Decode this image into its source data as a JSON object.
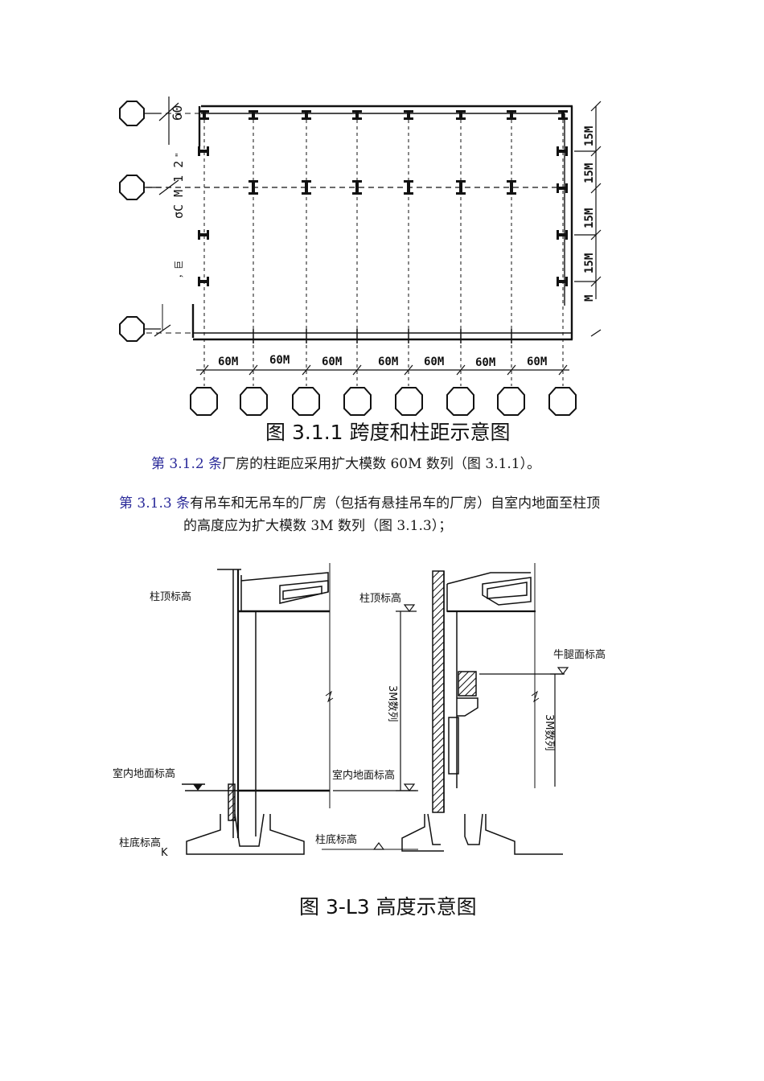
{
  "figure1": {
    "dims_bottom": [
      "60M",
      "60M",
      "60M",
      "60M",
      "60M",
      "60M",
      "60M"
    ],
    "dims_right": [
      "15M",
      "15M",
      "15M",
      "15M",
      "M"
    ],
    "dim_left_top": "60",
    "left_fragment_1": "\"",
    "left_fragment_2": "σC M 1 2",
    "left_fragment_3": "，巨",
    "caption": "图 3.1.1 跨度和柱距示意图"
  },
  "para1": {
    "clause": "第 3.1.2 条",
    "text": "厂房的柱距应采用扩大模数 60M 数列（图 3.1.1）。"
  },
  "para2": {
    "clause": "第 3.1.3 条",
    "line1": "有吊车和无吊车的厂房（包括有悬挂吊车的厂房）自室内地面至柱顶",
    "line2": "的高度应为扩大模数 3M 数列（图 3.1.3）；"
  },
  "figure2": {
    "label_column_top": "柱顶标高",
    "label_corbel_top": "牛腿面标高",
    "label_3m_left": "3M数列",
    "label_3m_right": "3M数列",
    "label_floor": "室内地面标高",
    "label_floor_left": "室内地面标高",
    "label_base": "柱底标高",
    "label_base_left": "柱底标高",
    "label_k": "K",
    "label_top_left": "柱顶标高",
    "caption": "图 3-L3 高度示意图"
  }
}
